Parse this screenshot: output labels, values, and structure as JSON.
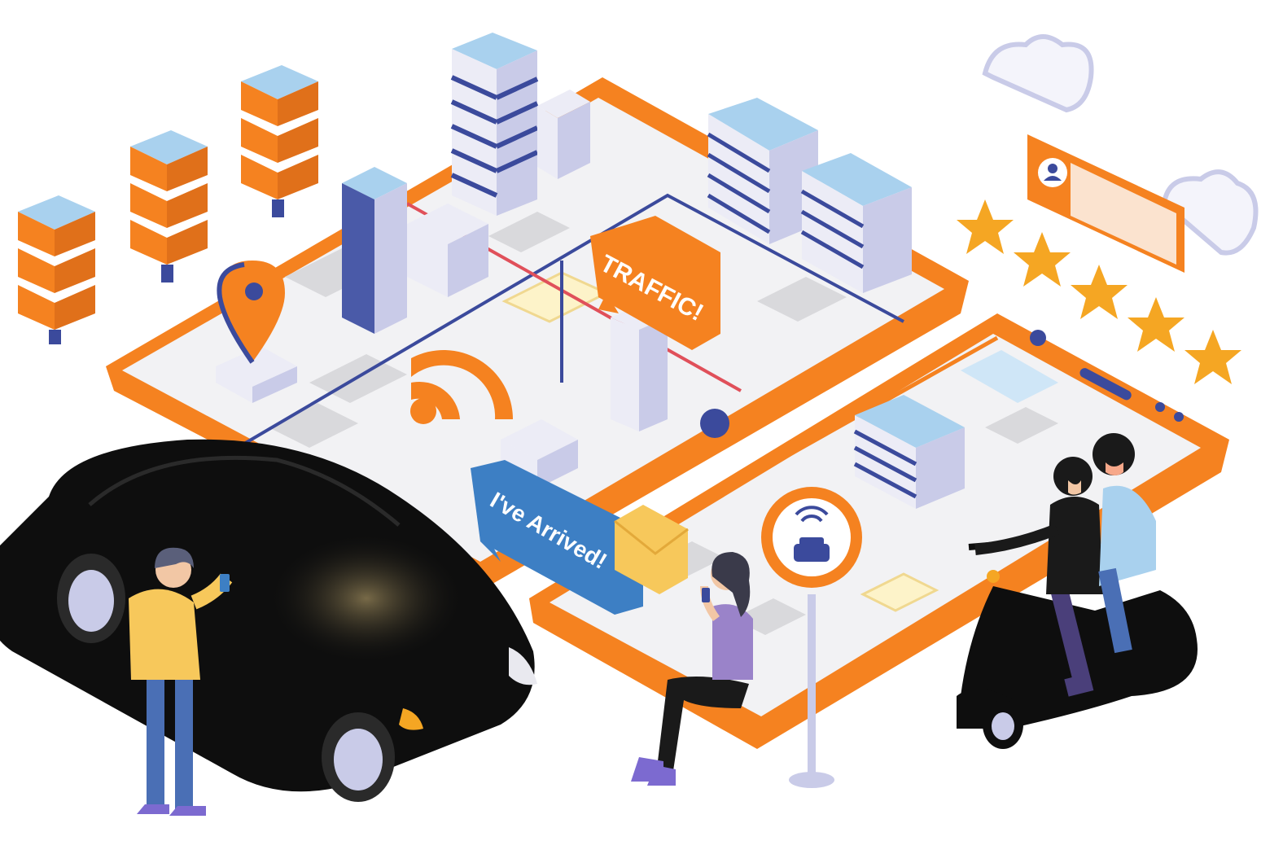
{
  "labels": {
    "traffic": "TRAFFIC!",
    "arrived": "I've Arrived!"
  },
  "rating": {
    "stars": 5,
    "max": 5
  },
  "colors": {
    "orange": "#f58220",
    "navy": "#3b4a9c",
    "light_blue": "#a9d1ee",
    "lavender": "#c9cbe8",
    "screen": "#f2f2f4",
    "car": "#0e0e0e",
    "star": "#f5a623",
    "badge_blue": "#3d7fc4",
    "route_red": "#e0505a",
    "envelope": "#f7c85b"
  },
  "icons": [
    "location-pin-icon",
    "wifi-signal-icon",
    "taxi-sign-icon",
    "user-avatar-icon",
    "envelope-icon",
    "star-icon",
    "cloud-icon",
    "server-stack-icon"
  ]
}
